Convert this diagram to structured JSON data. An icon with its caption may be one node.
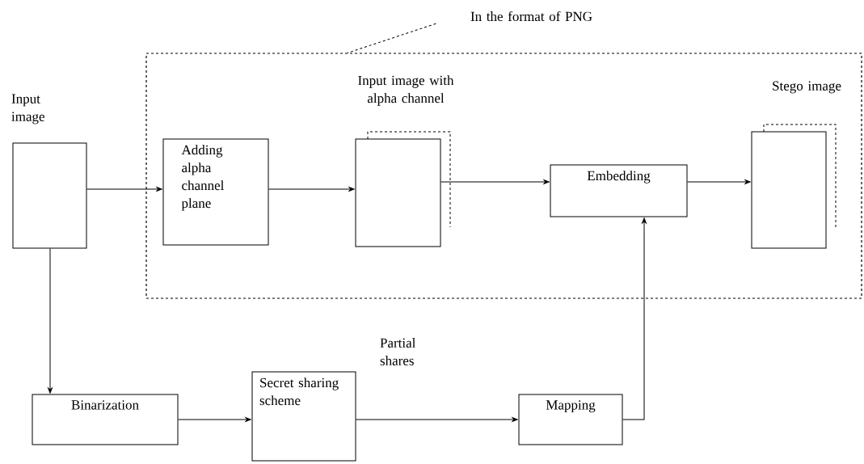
{
  "diagram": {
    "nodes": [
      {
        "text": [
          "In the format of PNG"
        ]
      },
      {
        "text": [],
        "shape": "box"
      },
      {
        "text": [
          "Input image"
        ]
      },
      {
        "text": [
          "Adding alpha channel plane"
        ],
        "in": 1
      },
      {
        "text": [
          "Input image with alpha channel"
        ],
        "in": 1
      },
      {
        "text": [
          "Embedding"
        ],
        "in": 1
      },
      {
        "text": [
          "Stego image"
        ],
        "in": 1
      },
      {
        "text": [
          "Binarization"
        ]
      },
      {
        "text": [
          "Secret sharing scheme"
        ]
      },
      {
        "text": [
          "Mapping"
        ]
      }
    ],
    "edges": [
      {
        "from": 0,
        "to": 1,
        "arrow": "none",
        "style": "dashed"
      },
      {
        "from": 2,
        "to": 3,
        "arrow": "to"
      },
      {
        "from": 3,
        "to": 4,
        "arrow": "to"
      },
      {
        "from": 4,
        "to": 5,
        "arrow": "to"
      },
      {
        "from": 5,
        "to": 6,
        "arrow": "to"
      },
      {
        "from": 2,
        "to": 7,
        "arrow": "to"
      },
      {
        "from": 7,
        "to": 8,
        "arrow": "to"
      },
      {
        "from": 8,
        "to": 9,
        "arrow": "to",
        "label": "Partial shares"
      },
      {
        "from": 9,
        "to": 5,
        "arrow": "to"
      }
    ]
  }
}
